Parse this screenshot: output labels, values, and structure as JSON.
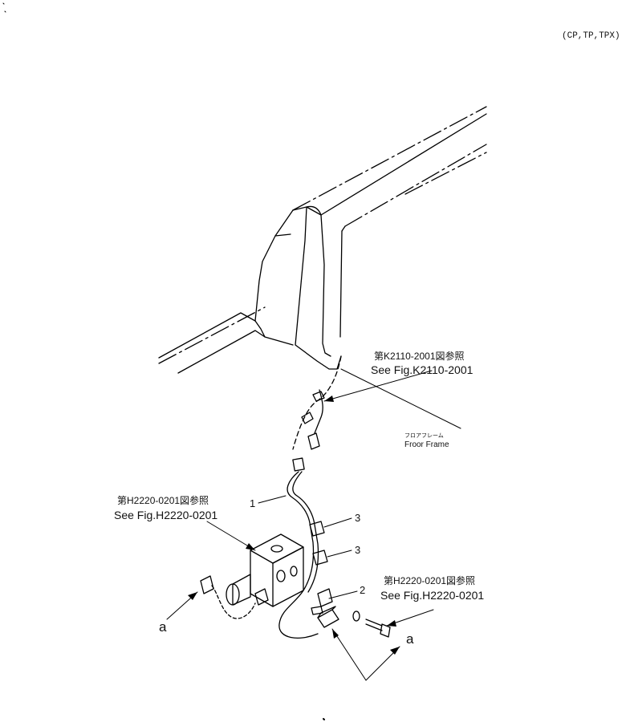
{
  "header": {
    "variant_code": "(CP,TP,TPX)"
  },
  "refs": {
    "k2110": {
      "jp": "第K2110-2001図参照",
      "en": "See Fig.K2110-2001"
    },
    "h2220_left": {
      "jp": "第H2220-0201図参照",
      "en": "See Fig.H2220-0201"
    },
    "h2220_right": {
      "jp": "第H2220-0201図参照",
      "en": "See Fig.H2220-0201"
    }
  },
  "frame_label": {
    "jp": "フロアフレーム",
    "en": "Froor Frame"
  },
  "callouts": {
    "part1": "1",
    "part2": "2",
    "part3_upper": "3",
    "part3_lower": "3",
    "conn_left": "a",
    "conn_right": "a"
  }
}
